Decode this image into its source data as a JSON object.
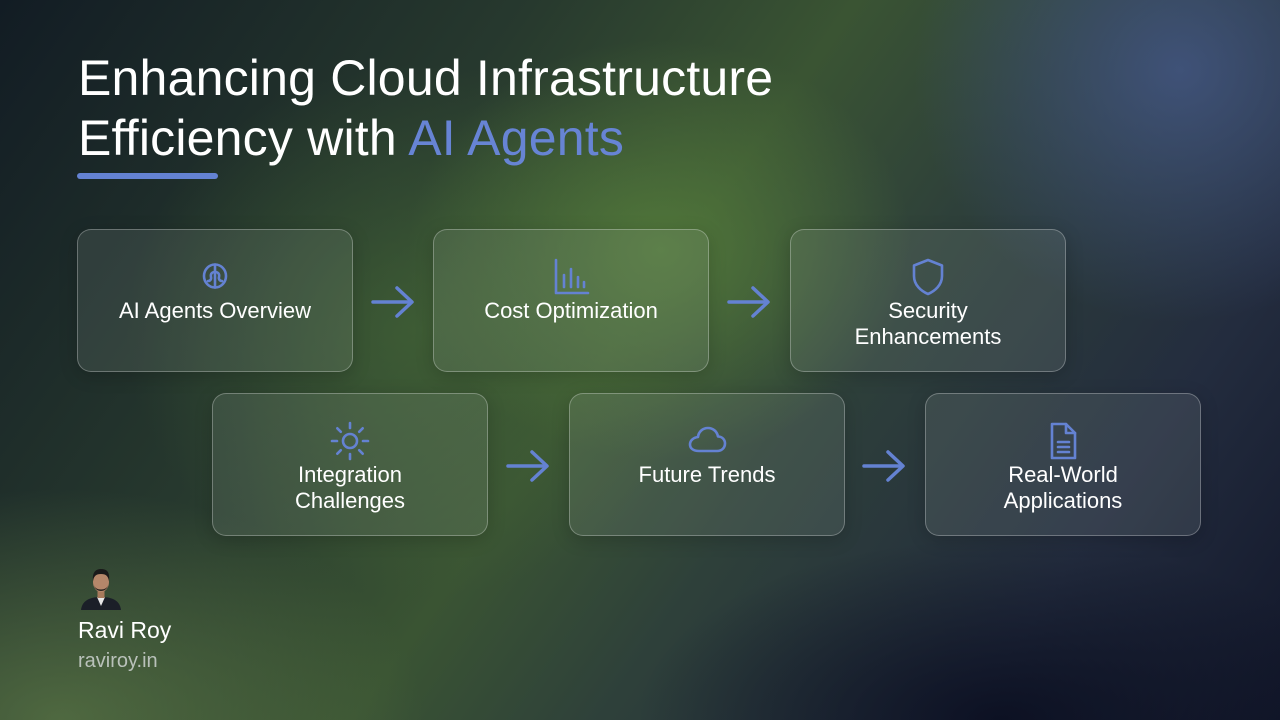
{
  "title": {
    "line1": "Enhancing Cloud Infrastructure",
    "line2_prefix": "Efficiency with ",
    "line2_accent": "AI Agents"
  },
  "accent_color": "#6784d4",
  "cards": [
    {
      "label": "AI Agents Overview",
      "icon": "brain-icon"
    },
    {
      "label": "Cost Optimization",
      "icon": "bar-chart-icon"
    },
    {
      "label": "Security Enhancements",
      "icon": "shield-icon"
    },
    {
      "label": "Integration Challenges",
      "icon": "sun-icon"
    },
    {
      "label": "Future Trends",
      "icon": "cloud-icon"
    },
    {
      "label": "Real-World Applications",
      "icon": "document-icon"
    }
  ],
  "arrows": [
    "arrow-right-icon",
    "arrow-right-icon",
    "arrow-right-icon",
    "arrow-right-icon"
  ],
  "author": {
    "name": "Ravi Roy",
    "website": "raviroy.in"
  }
}
